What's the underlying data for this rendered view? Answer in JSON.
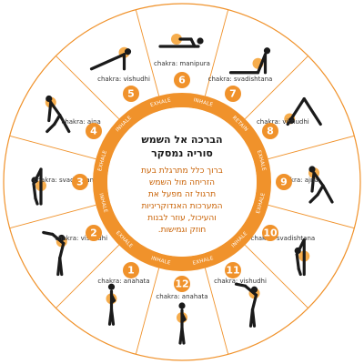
{
  "diagram": {
    "center": {
      "title_lines": [
        "הברכה אל השמש",
        "סוריה נמסקר"
      ],
      "body_lines": [
        "ברוך כלל מתרגלת בעת",
        "הזריחה מול השמש",
        "תרגול זה מפעל את",
        "המערכות האנדוקריניות",
        "והעיכול, עוזר לבנות",
        "חוזק וגמישות."
      ]
    },
    "ring_labels": [
      "INHALE",
      "EXHALE",
      "INHALE",
      "RETAIN",
      "EXHALE",
      "EXHALE",
      "INHALE",
      "EXHALE",
      "INHALE",
      "EXHALE",
      "INHALE",
      "EXHALE"
    ],
    "steps": [
      {
        "number": "1",
        "chakra": "chakra: anahata",
        "pose": "prayer"
      },
      {
        "number": "2",
        "chakra": "chakra: vishudhi",
        "pose": "raised-arms"
      },
      {
        "number": "3",
        "chakra": "chakra: svadishtana",
        "pose": "forward-bend"
      },
      {
        "number": "4",
        "chakra": "chakra: ajna",
        "pose": "lunge"
      },
      {
        "number": "5",
        "chakra": "chakra: vishudhi",
        "pose": "plank"
      },
      {
        "number": "6",
        "chakra": "chakra: manipura",
        "pose": "eight-limbs"
      },
      {
        "number": "7",
        "chakra": "chakra: svadishtana",
        "pose": "cobra"
      },
      {
        "number": "8",
        "chakra": "chakra: vishudhi",
        "pose": "downward-dog"
      },
      {
        "number": "9",
        "chakra": "chakra: ajna",
        "pose": "lunge"
      },
      {
        "number": "10",
        "chakra": "chakra: svadishtana",
        "pose": "forward-bend"
      },
      {
        "number": "11",
        "chakra": "chakra: vishudhi",
        "pose": "raised-arms"
      },
      {
        "number": "12",
        "chakra": "chakra: anahata",
        "pose": "prayer"
      }
    ],
    "colors": {
      "accent": "#f0922b",
      "highlight": "#f5a43a",
      "divider": "#f0922b",
      "figure": "#1a1a1a"
    }
  }
}
